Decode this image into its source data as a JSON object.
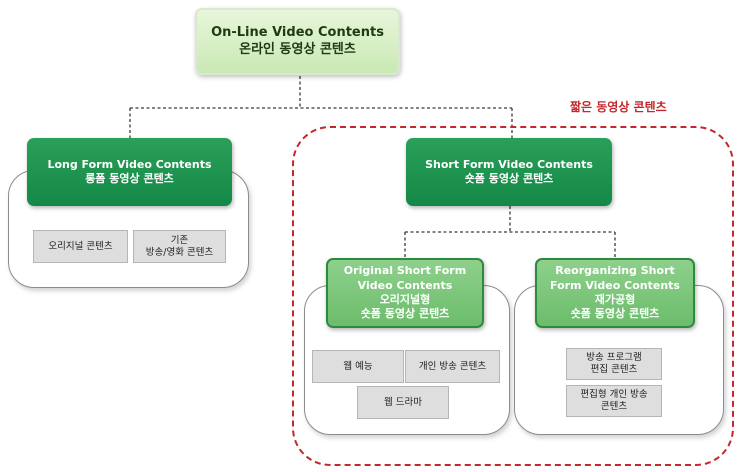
{
  "root": {
    "line1": "On-Line Video Contents",
    "line2": "온라인 동영상 콘텐츠"
  },
  "region_label": "짧은 동영상 콘텐츠",
  "long_form": {
    "line1": "Long Form Video Contents",
    "line2": "롱폼 동영상 콘텐츠",
    "items": [
      {
        "line1": "오리지널 콘텐츠"
      },
      {
        "line1": "기존",
        "line2": "방송/영화 콘텐츠"
      }
    ]
  },
  "short_form": {
    "line1": "Short Form Video Contents",
    "line2": "숏폼 동영상 콘텐츠"
  },
  "original_short": {
    "line1": "Original Short Form",
    "line2": "Video Contents",
    "line3": "오리지널형",
    "line4": "숏폼 동영상 콘텐츠",
    "items": [
      {
        "line1": "웹 예능"
      },
      {
        "line1": "개인 방송 콘텐츠"
      },
      {
        "line1": "웹 드라마"
      }
    ]
  },
  "reorganizing_short": {
    "line1": "Reorganizing Short",
    "line2": "Form Video Contents",
    "line3": "재가공형",
    "line4": "숏폼 동영상 콘텐츠",
    "items": [
      {
        "line1": "방송 프로그램",
        "line2": "편집 콘텐츠"
      },
      {
        "line1": "편집형 개인 방송",
        "line2": "콘텐츠"
      }
    ]
  },
  "colors": {
    "region_border": "#c4282e",
    "dark_green": "#148846",
    "mid_green": "#6cbd6c",
    "light_green": "#c9e9b4",
    "leaf_gray": "#dedede"
  }
}
